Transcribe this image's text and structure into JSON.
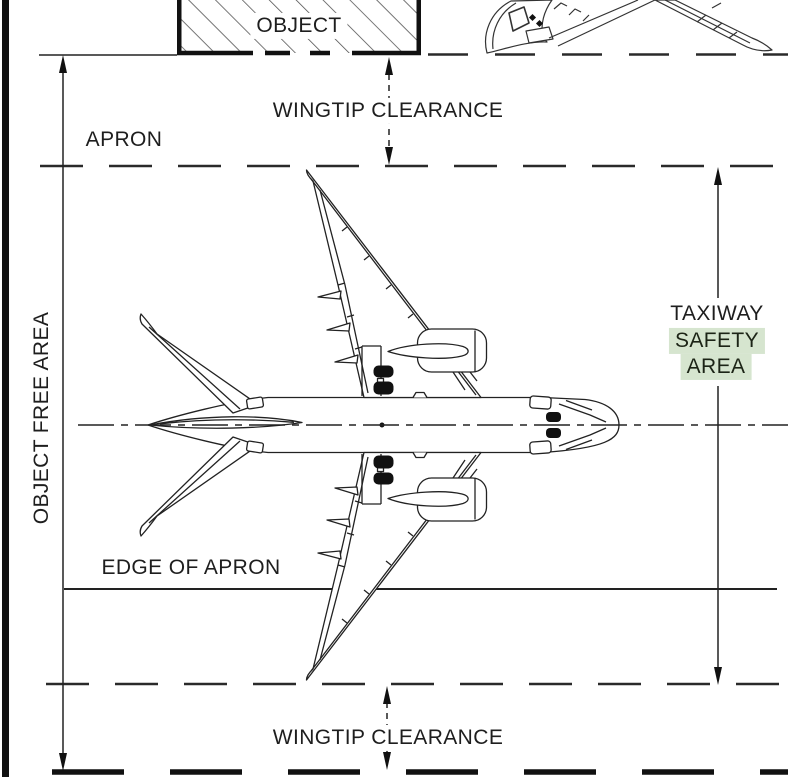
{
  "diagram": {
    "labels": {
      "object": "OBJECT",
      "wingtip_clearance_top": "WINGTIP CLEARANCE",
      "apron": "APRON",
      "object_free_area": "OBJECT FREE AREA",
      "taxiway": "TAXIWAY",
      "safety": "SAFETY",
      "area": "AREA",
      "edge_of_apron": "EDGE OF APRON",
      "wingtip_clearance_bottom": "WINGTIP CLEARANCE"
    },
    "colors": {
      "line_color": "#1c1c1c",
      "safety_area_highlight": "#d6e5cf",
      "text_color": "#1e1e1e",
      "background": "#ffffff"
    }
  }
}
